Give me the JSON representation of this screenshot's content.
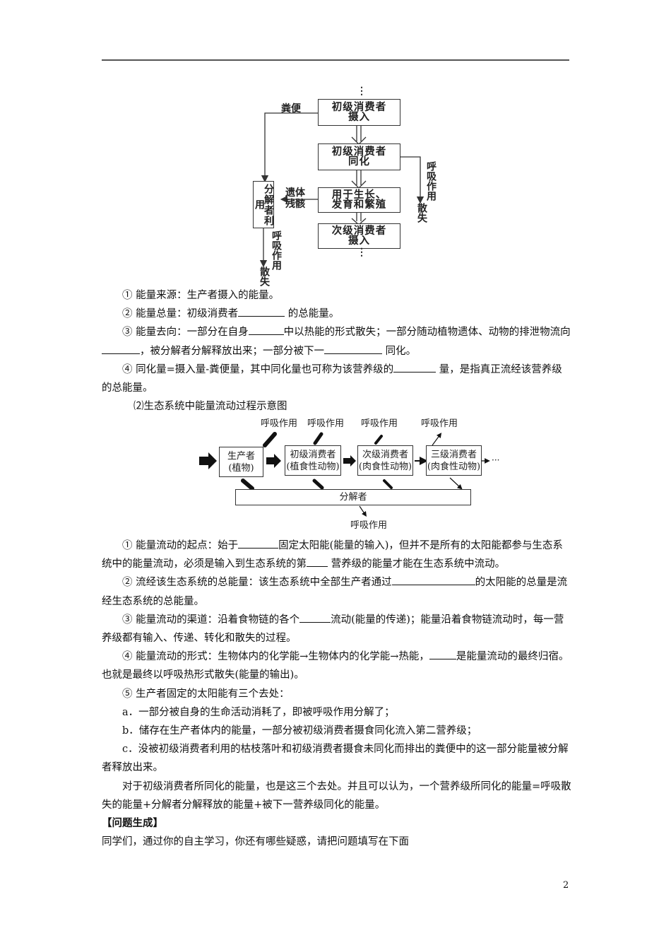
{
  "diagram1": {
    "dots_top": "⋮",
    "dots_bottom": "⋮",
    "box_intake_1": [
      "初级消费者",
      "摄入"
    ],
    "box_assim_1": [
      "初级消费者",
      "同化"
    ],
    "box_growth": [
      "用于生长、",
      "发育和繁殖"
    ],
    "box_intake_2": [
      "次级消费者",
      "摄入"
    ],
    "box_decomposer": "分解者利用",
    "label_feces": "粪便",
    "label_remains": [
      "遗体",
      "残骸"
    ],
    "label_resp_right": "呼吸作用",
    "label_lost_right": "散失",
    "label_resp_left": "呼吸作用",
    "label_lost_left": "散失"
  },
  "section1": {
    "items": [
      {
        "pre": "① 能量来源：生产者摄入的能量。"
      },
      {
        "pre": "② 能量总量：初级消费者",
        "post": " 的总能量。"
      },
      {
        "pre": "③ 能量去向：一部分在自身",
        "mid1": "中以热能的形式散失；一部分随动植物遗体、动物的排泄物流向",
        "mid2": "，被分解者分解释放出来；一部分被下一",
        "post": "  同化。"
      },
      {
        "pre": "④ 同化量=摄入量-粪便量，其中同化量也可称为该营养级的",
        "post": " 量，是指真正流经该营养级的总能量。"
      }
    ],
    "subheading": "⑵生态系统中能量流动过程示意图"
  },
  "diagram2": {
    "nodes": [
      {
        "line1": "生产者",
        "line2": "(植物)"
      },
      {
        "line1": "初级消费者",
        "line2": "(植食性动物)"
      },
      {
        "line1": "次级消费者",
        "line2": "(肉食性动物)"
      },
      {
        "line1": "三级消费者",
        "line2": "(肉食性动物)"
      }
    ],
    "respiration_labels": [
      "呼吸作用",
      "呼吸作用",
      "呼吸作用",
      "呼吸作用"
    ],
    "decomposer": "分解者",
    "decomposer_respiration": "呼吸作用",
    "trailing": "···"
  },
  "section2": {
    "p1_a": "① 能量流动的起点：始于",
    "p1_b": "固定太阳能(能量的输入)，但并不是所有的太阳能都参与生态系统中的能量流动，必须是输入到生态系统的第",
    "p1_c": " 营养级的能量才能在生态系统中流动。",
    "p2_a": "② 流经该生态系统的总能量：该生态系统中全部生产者通过",
    "p2_b": "的太阳能的总量是流经生态系统的总能量。",
    "p3_a": "③ 能量流动的渠道：沿着食物链的各个",
    "p3_b": "流动(能量的传递)；能量沿着食物链流动时，每一营养级都有输入、传递、转化和散失的过程。",
    "p4_a": "④ 能量流动的形式：生物体内的化学能→生物体内的化学能→热能，",
    "p4_b": "是能量流动的最终归宿。也就是最终以呼吸热形式散失(能量的输出)。",
    "p5": "⑤ 生产者固定的太阳能有三个去处：",
    "pa": "a．一部分被自身的生命活动消耗了，即被呼吸作用分解了；",
    "pb": "b．储存在生产者体内的能量，一部分被初级消费者摄食同化流入第二营养级；",
    "pc": "c．没被初级消费者利用的枯枝落叶和初级消费者摄食未同化而排出的粪便中的这一部分能量被分解者释放出来。",
    "p6": "对于初级消费者所同化的能量，也是这三个去处。并且可以认为，一个营养级所同化的能量=呼吸散失的能量+分解者分解释放的能量+被下一营养级同化的能量。",
    "heading": "【问题生成】",
    "p7": "同学们，通过你的自主学习，你还有哪些疑惑，请把问题填写在下面"
  },
  "page_number": "2"
}
